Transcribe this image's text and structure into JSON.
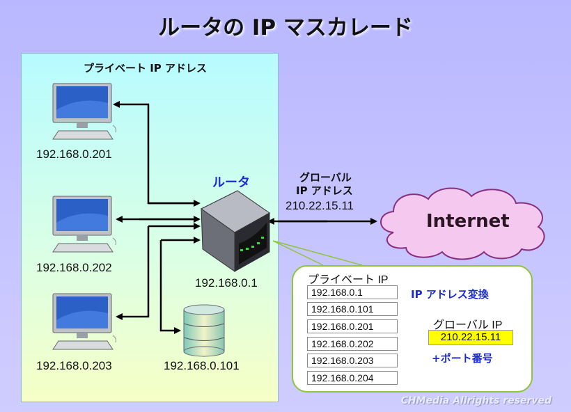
{
  "title": "ルータの IP マスカレード",
  "lan": {
    "heading": "プライベート IP アドレス",
    "pc1_ip": "192.168.0.201",
    "pc2_ip": "192.168.0.202",
    "pc3_ip": "192.168.0.203",
    "server_ip": "192.168.0.101"
  },
  "router": {
    "label": "ルータ",
    "ip": "192.168.0.1"
  },
  "wan": {
    "label_line1": "グローバル",
    "label_line2": "IP アドレス",
    "ip": "210.22.15.11",
    "internet_label": "Internet"
  },
  "table": {
    "heading": "プライベート IP",
    "rows": [
      "192.168.0.1",
      "192.168.0.101",
      "192.168.0.201",
      "192.168.0.202",
      "192.168.0.203",
      "192.168.0.204"
    ],
    "conversion_label": "IP アドレス変換",
    "global_heading": "グローバル IP",
    "global_ip": "210.22.15.11",
    "port_label": "+ポート番号"
  },
  "copyright": "CHMedia Allrights reserved",
  "colors": {
    "background": "#c4c2ff",
    "lan_top": "#b7fbff",
    "lan_bottom": "#f6ffc6",
    "accent_blue": "#1a2bd6",
    "highlight_yellow": "#ffff00",
    "panel_border": "#8dc43c",
    "cloud_fill": "#f4c8ef"
  }
}
